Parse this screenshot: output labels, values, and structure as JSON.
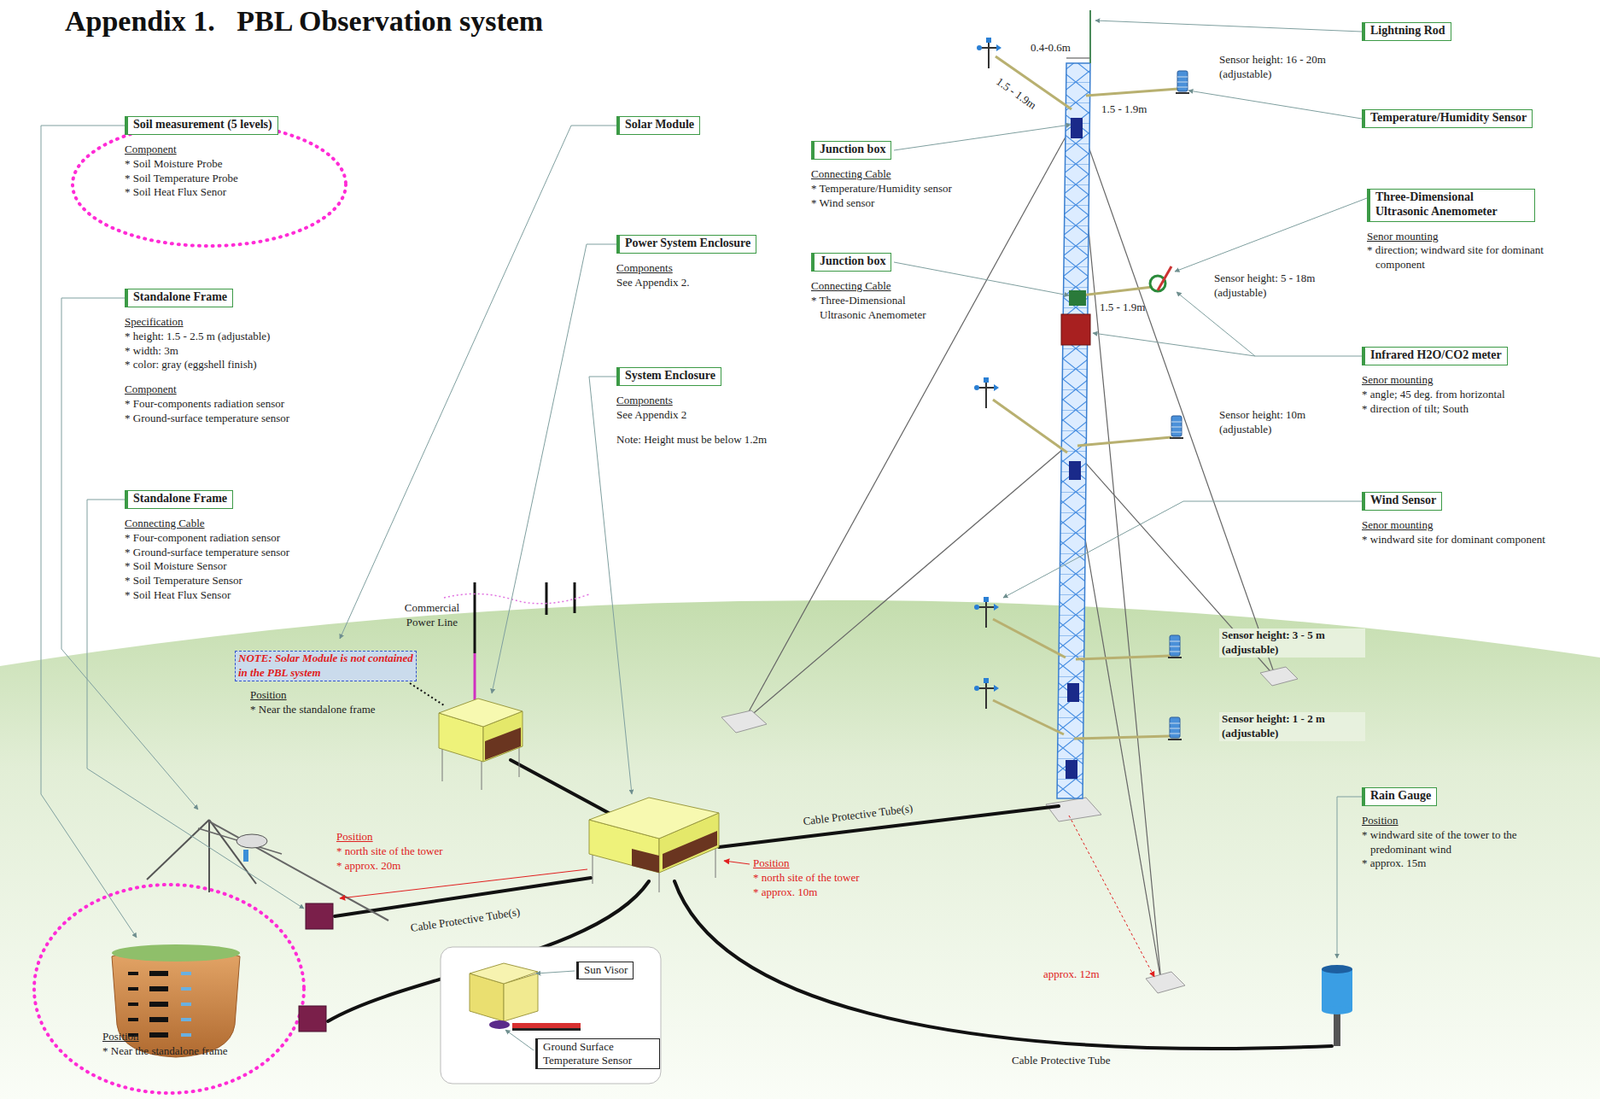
{
  "diagram": {
    "title": "Appendix 1.   PBL Observation system",
    "nodes": [
      {
        "text": [
          "Soil measurement (5 levels)",
          "Component",
          "* Soil Moisture Probe",
          "* Soil Temperature Probe",
          "* Soil Heat Flux Senor"
        ]
      },
      {
        "text": [
          "Standalone Frame",
          "Specification",
          "* height: 1.5 - 2.5 m (adjustable)",
          "* width: 3m",
          "* color: gray (eggshell finish)",
          "Component",
          "* Four-components radiation sensor",
          "* Ground-surface temperature sensor"
        ]
      },
      {
        "text": [
          "Standalone Frame",
          "Connecting Cable",
          "* Four-component radiation sensor",
          "* Ground-surface temperature sensor",
          "* Soil Moisture Sensor",
          "* Soil Temperature Sensor",
          "* Soil Heat Flux Sensor"
        ]
      },
      {
        "text": [
          "Solar Module"
        ]
      },
      {
        "text": [
          "Power System Enclosure",
          "Components",
          "See Appendix 2."
        ]
      },
      {
        "text": [
          "System Enclosure",
          "Components",
          "See Appendix 2",
          "Note: Height must be below 1.2m"
        ]
      },
      {
        "text": [
          "Junction box",
          "Connecting Cable",
          "* Temperature/Humidity sensor",
          "* Wind sensor"
        ]
      },
      {
        "text": [
          "Junction box",
          "Connecting Cable",
          "* Three-Dimensional Ultrasonic Anemometer"
        ]
      },
      {
        "text": [
          "Lightning Rod"
        ]
      },
      {
        "text": [
          "Temperature/Humidity Sensor"
        ]
      },
      {
        "text": [
          "Three-Dimensional Ultrasonic Anemometer",
          "Senor mounting",
          "* direction; windward site for dominant component"
        ]
      },
      {
        "text": [
          "Infrared H2O/CO2 meter",
          "Senor mounting",
          "* angle; 45 deg. from horizontal",
          "* direction of tilt; South"
        ]
      },
      {
        "text": [
          "Wind Sensor",
          "Senor mounting",
          "* windward site for dominant component"
        ]
      },
      {
        "text": [
          "Rain Gauge",
          "Position",
          "* windward site of the tower to the predominant wind",
          "* approx. 15m"
        ]
      },
      {
        "text": [
          "Sun Visor"
        ]
      },
      {
        "text": [
          "Ground Surface Temperature Sensor"
        ]
      }
    ],
    "labels": [
      "0.4-0.6m",
      "1.5 - 1.9m",
      "1.5 - 1.9m",
      "Sensor height: 16 - 20m (adjustable)",
      "1.5 - 1.9m",
      "Sensor height: 5 - 18m (adjustable)",
      "Sensor height: 10m (adjustable)",
      "Sensor height: 3 - 5 m (adjustable)",
      "Sensor height: 1 - 2 m (adjustable)",
      "Commercial Power Line",
      "NOTE: Solar Module is not contained in the PBL system",
      "Position",
      "* Near the standalone frame",
      "Position",
      "* north site of the tower",
      "* approx. 20m",
      "Cable Protective Tube(s)",
      "Position",
      "* north site of the tower",
      "* approx. 10m",
      "Cable Protective Tube(s)",
      "approx. 12m",
      "Cable Protective Tube",
      "Position",
      "* Near the standalone frame"
    ]
  }
}
